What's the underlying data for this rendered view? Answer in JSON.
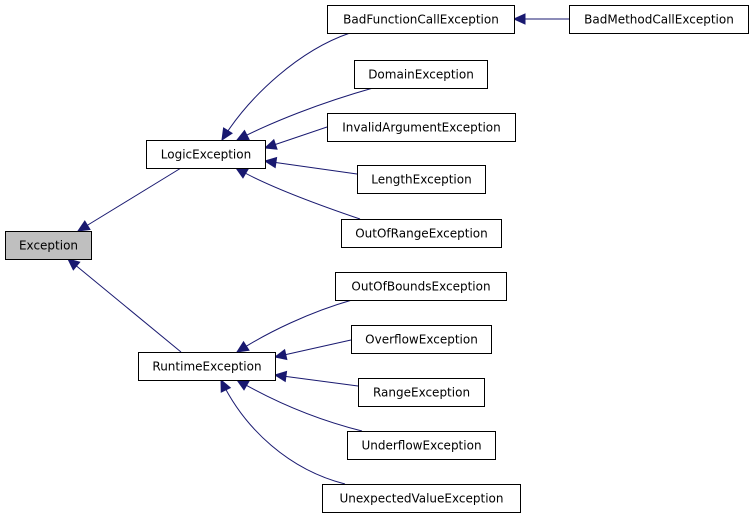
{
  "colors": {
    "edge": "#191970",
    "root_fill": "#bfbfbf",
    "node_fill": "#ffffff",
    "node_border": "#000000"
  },
  "nodes": [
    {
      "id": "exception",
      "label": "Exception"
    },
    {
      "id": "logic",
      "label": "LogicException"
    },
    {
      "id": "runtime",
      "label": "RuntimeException"
    },
    {
      "id": "badfunc",
      "label": "BadFunctionCallException"
    },
    {
      "id": "badmethod",
      "label": "BadMethodCallException"
    },
    {
      "id": "domain",
      "label": "DomainException"
    },
    {
      "id": "invalidarg",
      "label": "InvalidArgumentException"
    },
    {
      "id": "length",
      "label": "LengthException"
    },
    {
      "id": "outofrange",
      "label": "OutOfRangeException"
    },
    {
      "id": "outofbounds",
      "label": "OutOfBoundsException"
    },
    {
      "id": "overflow",
      "label": "OverflowException"
    },
    {
      "id": "range",
      "label": "RangeException"
    },
    {
      "id": "underflow",
      "label": "UnderflowException"
    },
    {
      "id": "unexpected",
      "label": "UnexpectedValueException"
    }
  ],
  "edges": [
    {
      "from": "logic",
      "to": "exception"
    },
    {
      "from": "runtime",
      "to": "exception"
    },
    {
      "from": "badfunc",
      "to": "logic"
    },
    {
      "from": "domain",
      "to": "logic"
    },
    {
      "from": "invalidarg",
      "to": "logic"
    },
    {
      "from": "length",
      "to": "logic"
    },
    {
      "from": "outofrange",
      "to": "logic"
    },
    {
      "from": "badmethod",
      "to": "badfunc"
    },
    {
      "from": "outofbounds",
      "to": "runtime"
    },
    {
      "from": "overflow",
      "to": "runtime"
    },
    {
      "from": "range",
      "to": "runtime"
    },
    {
      "from": "underflow",
      "to": "runtime"
    },
    {
      "from": "unexpected",
      "to": "runtime"
    }
  ]
}
